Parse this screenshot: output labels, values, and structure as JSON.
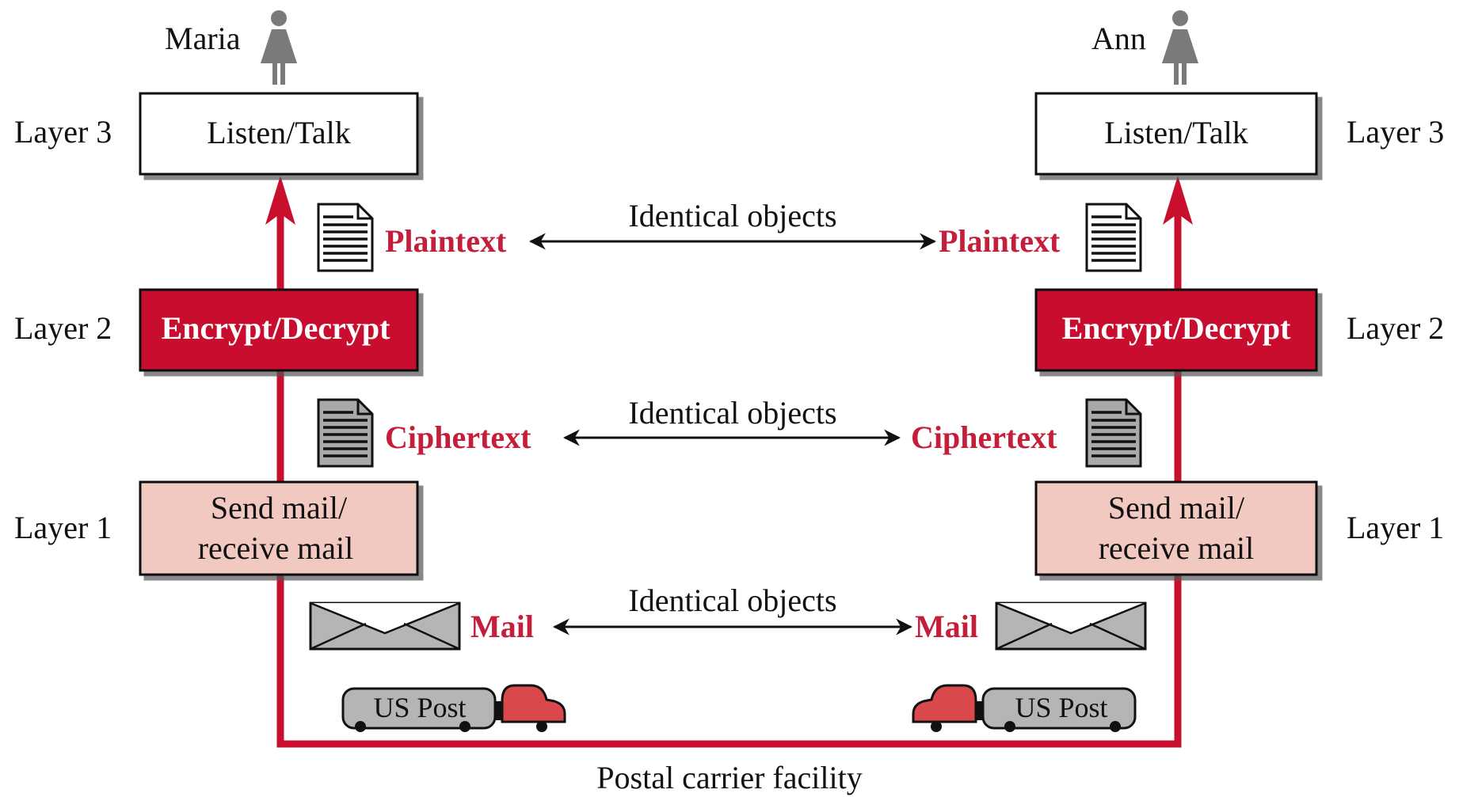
{
  "people": {
    "left": "Maria",
    "right": "Ann"
  },
  "layers": {
    "layer3": "Layer 3",
    "layer2": "Layer 2",
    "layer1": "Layer 1"
  },
  "boxes": {
    "layer3": "Listen/Talk",
    "layer2": "Encrypt/Decrypt",
    "layer1_line1": "Send mail/",
    "layer1_line2": "receive mail"
  },
  "objects": {
    "plaintext": "Plaintext",
    "ciphertext": "Ciphertext",
    "mail": "Mail",
    "identical": "Identical objects"
  },
  "truck_label": "US Post",
  "carrier_label": "Postal carrier facility",
  "colors": {
    "accent": "#c41e3a",
    "encrypt_box": "#c8102e",
    "mail_box": "#f2c9c1",
    "gray": "#b5b5b5",
    "car": "#d9484a"
  },
  "icons": [
    "person-icon",
    "plaintext-document-icon",
    "ciphertext-document-icon",
    "envelope-icon",
    "truck-icon"
  ]
}
